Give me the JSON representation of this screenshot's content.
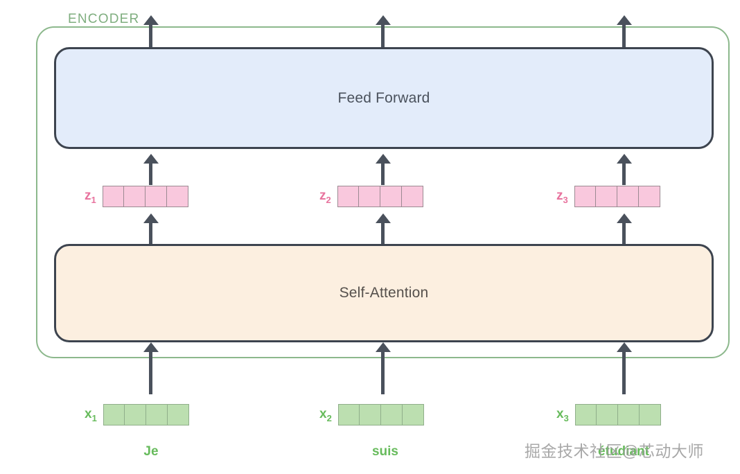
{
  "diagram": {
    "encoder_label": "ENCODER",
    "blocks": [
      {
        "id": "feed-forward",
        "label": "Feed Forward"
      },
      {
        "id": "self-attention",
        "label": "Self-Attention"
      }
    ],
    "columns": [
      {
        "index": 1,
        "z_label": "z",
        "z_sub": "1",
        "x_label": "x",
        "x_sub": "1",
        "word": "Je",
        "cell_count": 4
      },
      {
        "index": 2,
        "z_label": "z",
        "z_sub": "2",
        "x_label": "x",
        "x_sub": "2",
        "word": "suis",
        "cell_count": 4
      },
      {
        "index": 3,
        "z_label": "z",
        "z_sub": "3",
        "x_label": "x",
        "x_sub": "3",
        "word": "étudiant",
        "cell_count": 4
      }
    ],
    "watermark": "掘金技术社区@芯动大师",
    "colors": {
      "encoder_border": "#8cb88c",
      "encoder_label": "#7fae7f",
      "feed_forward_fill": "#e3ecfa",
      "self_attention_fill": "#fcefe0",
      "block_border": "#3d444f",
      "z_cell_fill": "#f9c8dd",
      "z_label": "#e8739e",
      "x_cell_fill": "#bcdfb0",
      "x_label": "#67bb5c",
      "arrow": "#4a515c"
    }
  }
}
